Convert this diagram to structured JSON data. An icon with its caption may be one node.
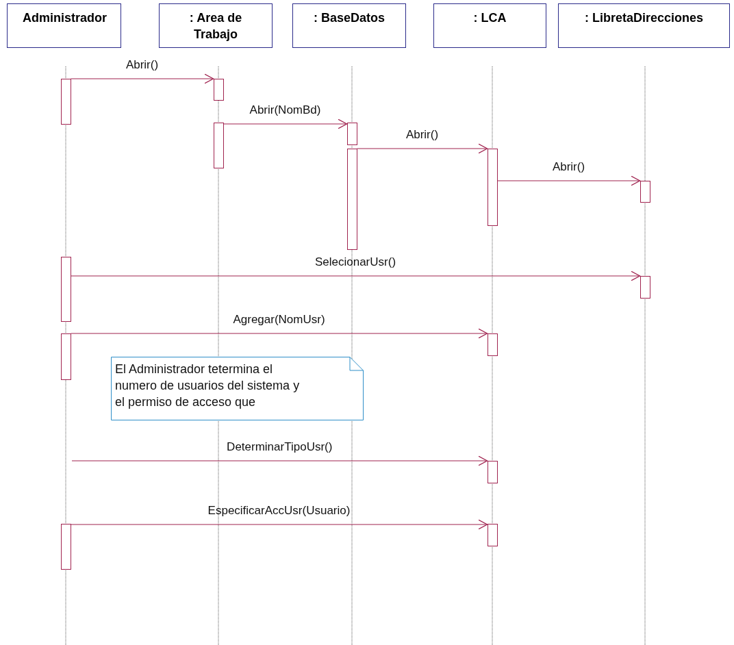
{
  "diagram": {
    "nodes": [
      {
        "text": [
          "Administrador"
        ]
      },
      {
        "text": [
          ": Area de Trabajo"
        ]
      },
      {
        "text": [
          ": BaseDatos"
        ]
      },
      {
        "text": [
          ": LCA"
        ]
      },
      {
        "text": [
          ": LibretaDirecciones"
        ]
      },
      {
        "text": [],
        "shape": "bar"
      },
      {
        "text": [],
        "shape": "bar"
      },
      {
        "text": [],
        "shape": "bar"
      },
      {
        "text": [],
        "shape": "bar"
      },
      {
        "text": [],
        "shape": "bar"
      },
      {
        "text": [],
        "shape": "bar"
      },
      {
        "text": [],
        "shape": "bar"
      },
      {
        "text": [],
        "shape": "bar"
      },
      {
        "text": [],
        "shape": "bar"
      },
      {
        "text": [],
        "shape": "bar"
      },
      {
        "text": [],
        "shape": "bar"
      },
      {
        "text": [],
        "shape": "bar"
      },
      {
        "text": [],
        "shape": "bar"
      },
      {
        "text": [],
        "shape": "bar"
      },
      {
        "text": [
          "El Administrador tetermina el numero de usuarios del sistema y el permiso de acceso que"
        ]
      }
    ],
    "edges": [
      {
        "from": 5,
        "to": 6,
        "arrow": "to",
        "label": "Abrir()"
      },
      {
        "from": 7,
        "to": 8,
        "arrow": "to",
        "label": "Abrir(NomBd)"
      },
      {
        "from": 9,
        "to": 10,
        "arrow": "to",
        "label": "Abrir()"
      },
      {
        "from": 10,
        "to": 11,
        "arrow": "to",
        "label": "Abrir()"
      },
      {
        "from": 12,
        "to": 13,
        "arrow": "to",
        "label": "SelecionarUsr()"
      },
      {
        "from": 14,
        "to": 15,
        "arrow": "to",
        "label": "Agregar(NomUsr)"
      },
      {
        "from": null,
        "to": 16,
        "arrow": "to",
        "label": "DeterminarTipoUsr()"
      },
      {
        "from": 17,
        "to": 18,
        "arrow": "to",
        "label": "EspecificarAccUsr(Usuario)"
      }
    ]
  }
}
